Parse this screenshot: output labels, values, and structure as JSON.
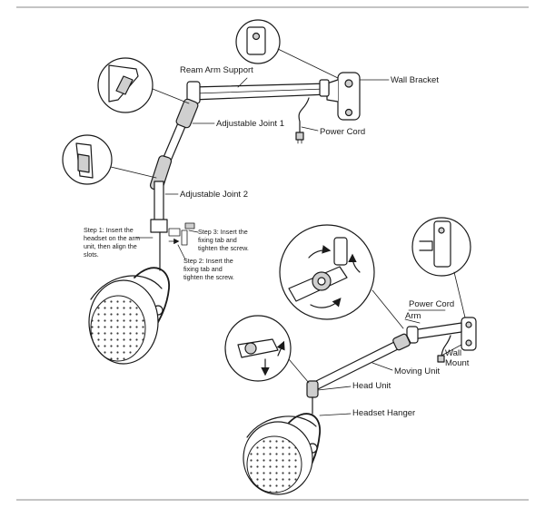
{
  "labels": {
    "ream_arm_support": "Ream Arm Support",
    "wall_bracket": "Wall Bracket",
    "adjustable_joint_1": "Adjustable Joint 1",
    "power_cord_top": "Power Cord",
    "adjustable_joint_2": "Adjustable Joint 2",
    "step1": [
      "Step 1: Insert the",
      "headset on the arm",
      "unit, then align the",
      "slots."
    ],
    "step2": [
      "Step 2: Insert the",
      "fixing tab and",
      "tighten the screw."
    ],
    "step3": [
      "Step 3: Insert the",
      "fixing tab and",
      "tighten the screw."
    ],
    "power_cord_bottom": "Power Cord",
    "arm": "Arm",
    "wall_mount": [
      "Wall",
      "Mount"
    ],
    "moving_unit": "Moving Unit",
    "head_unit": "Head Unit",
    "headset_hanger": "Headset Hanger"
  }
}
